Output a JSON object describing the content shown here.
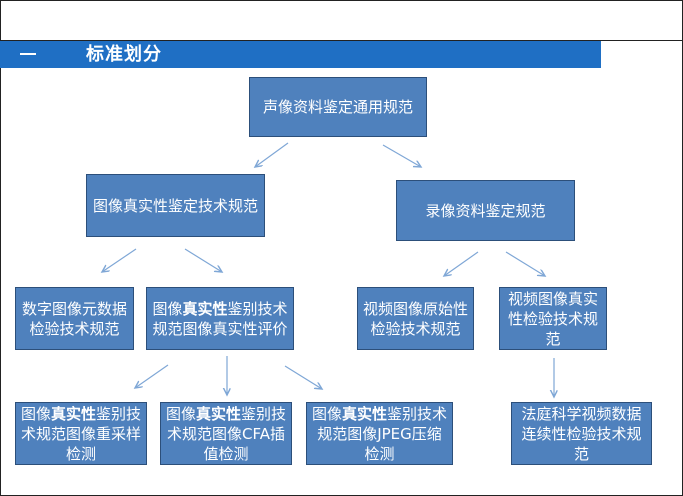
{
  "header": {
    "title": "标准划分"
  },
  "colors": {
    "band": "#1f6fc4",
    "box_fill": "#4f81bd",
    "box_border": "#2c4f7a",
    "arrow": "#7fa7d6"
  },
  "nodes": {
    "root": "声像资料鉴定通用规范",
    "image_authenticity": "图像真实性鉴定技术规范",
    "recording": "录像资料鉴定规范",
    "digital_image_verify": "数字图像元数据检验技术规范",
    "image_authenticity_eval": {
      "a": "图像",
      "b": "真实性",
      "c": "鉴别技术规范图像真实性评价"
    },
    "video_original": "视频图像原始性检验技术规范",
    "video_authenticity": "视频图像真实性检验技术规范",
    "resample": {
      "a": "图像",
      "b": "真实性",
      "c": "鉴别技术规范图像重采样检测"
    },
    "cfa": {
      "a": "图像",
      "b": "真实性",
      "c": "鉴别技术规范图像CFA插值检测"
    },
    "jpeg": {
      "a": "图像",
      "b": "真实性",
      "c": "鉴别技术规范图像JPEG压缩检测"
    },
    "forensic_video": "法庭科学视频数据连续性检验技术规范"
  }
}
